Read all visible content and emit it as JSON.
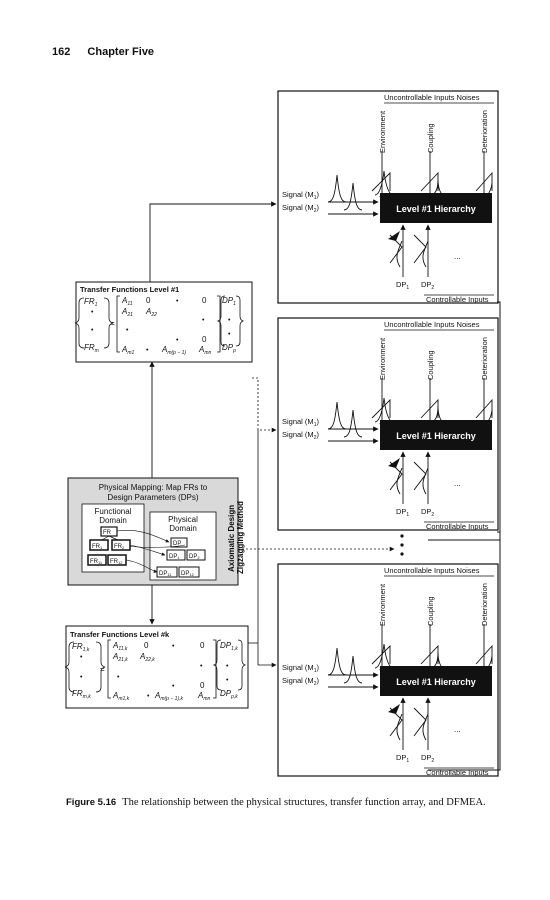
{
  "header": {
    "page_number": "162",
    "chapter": "Chapter Five"
  },
  "panel": {
    "noise_title": "Uncontrollable Inputs Noises",
    "noises": [
      "Environment",
      "Coupling",
      "Deterioration"
    ],
    "signal_1": "Signal (M",
    "signal_2": "Signal (M",
    "sub_1": "1",
    "sub_2": "2",
    "hierarchy": "Level #1 Hierarchy",
    "ellipsis": "...",
    "dp": "DP",
    "controllable": "Controllable Inputs"
  },
  "tf1": {
    "title": "Transfer Functions Level #1",
    "fr_top": "FR",
    "fr_top_sub": "1",
    "fr_bot": "FR",
    "fr_bot_sub": "m",
    "a11": "A",
    "a11_sub": "11",
    "a21": "A",
    "a21_sub": "21",
    "a22": "A",
    "a22_sub": "22",
    "am1": "A",
    "am1_sub": "m1",
    "amp": "A",
    "amp_sub": "m(p − 1)",
    "amn": "A",
    "amn_sub": "mn",
    "zero": "0",
    "dp_top": "DP",
    "dp_top_sub": "1",
    "dp_bot": "DP",
    "dp_bot_sub": "p",
    "equals": "=",
    "dot": "•"
  },
  "tfk": {
    "title": "Transfer Functions Level #k",
    "fr_top": "FR",
    "fr_top_sub": "1,k",
    "fr_bot": "FR",
    "fr_bot_sub": "m,k",
    "a11": "A",
    "a11_sub": "11,k",
    "a21": "A",
    "a21_sub": "21,k",
    "a22": "A",
    "a22_sub": "22,k",
    "am1": "A",
    "am1_sub": "m1,k",
    "amp": "A",
    "amp_sub": "m(p − 1),k",
    "amn": "A",
    "amn_sub": "mn",
    "zero": "0",
    "dp_top": "DP",
    "dp_top_sub": "1,k",
    "dp_bot": "DP",
    "dp_bot_sub": "p,k",
    "equals": "=",
    "dot": "•"
  },
  "mapping": {
    "title_line1": "Physical Mapping: Map FRs to",
    "title_line2": "Design Parameters (DPs)",
    "functional_1": "Functional",
    "functional_2": "Domain",
    "physical_1": "Physical",
    "physical_2": "Domain",
    "fr": "FR",
    "dp": "DP",
    "s1": "1",
    "s2": "2",
    "s11": "11",
    "s12": "12",
    "side_1": "Axiomatic Design",
    "side_2": "Zigzagging Method"
  },
  "caption": {
    "label": "Figure 5.16",
    "text": "The relationship between the physical structures, transfer function array, and DFMEA."
  }
}
